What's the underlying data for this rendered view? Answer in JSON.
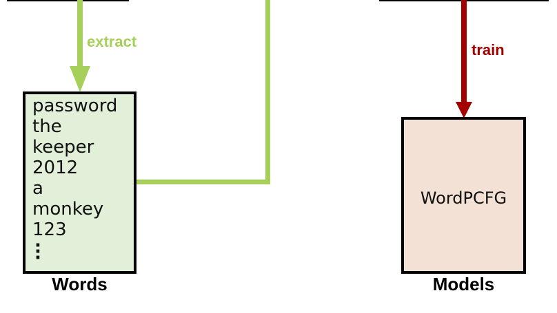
{
  "diagram": {
    "colors": {
      "extract": "#a6d05a",
      "train": "#a50000",
      "words_fill": "#e2efd9",
      "models_fill": "#f4e1d5",
      "border": "#000000"
    },
    "edges": {
      "extract": {
        "label": "extract"
      },
      "train": {
        "label": "train"
      }
    },
    "words": {
      "caption": "Words",
      "items": [
        "password",
        "the",
        "keeper",
        "2012",
        "a",
        "monkey",
        "123"
      ],
      "ellipsis": "⋮"
    },
    "models": {
      "caption": "Models",
      "items": [
        "WordPCFG"
      ]
    }
  }
}
